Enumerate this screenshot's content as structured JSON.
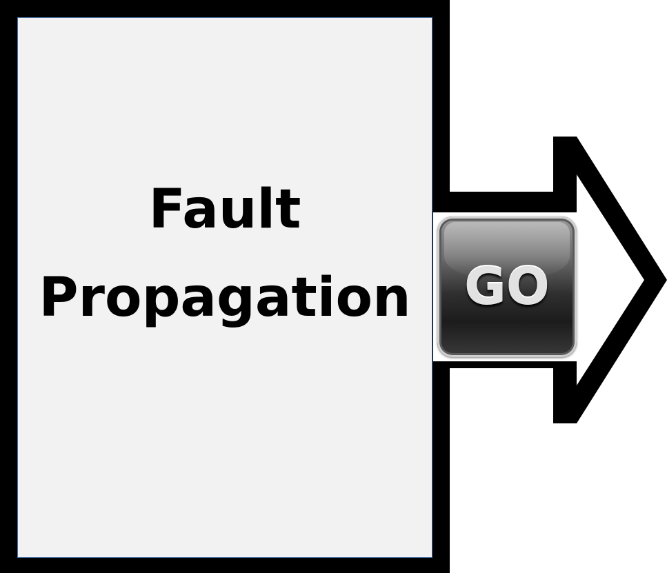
{
  "box": {
    "title_line1": "Fault",
    "title_line2": "Propagation"
  },
  "go_button": {
    "label": "GO"
  },
  "colors": {
    "outline": "#000000",
    "box_fill": "#f2f2f2",
    "box_border": "#4a6fa5",
    "background": "#ffffff"
  },
  "icons": {
    "arrow": "right-arrow-icon",
    "go": "go-button-icon"
  }
}
